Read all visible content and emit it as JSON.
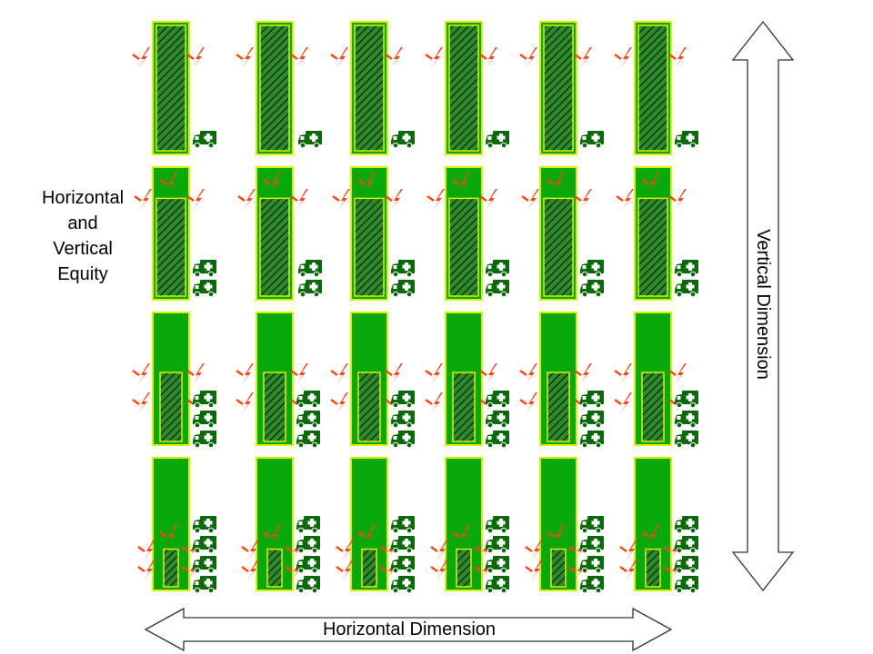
{
  "figure": {
    "side_title_lines": [
      "Horizontal",
      "and",
      "Vertical",
      "Equity"
    ],
    "horizontal_axis_label": "Horizontal Dimension",
    "vertical_axis_label": "Vertical Dimension"
  },
  "legend_semantics": {
    "outer_bar": "total population bar",
    "inner_hatched_bar": "hatched sub-population bar",
    "lightning": "lightning-bolt-icon",
    "ambulance": "ambulance-icon"
  },
  "colors": {
    "bar_fill": "#0aa90a",
    "bar_border": "#d8f000",
    "hatch_dark": "#0a3a0a",
    "hatch_light": "#2f8a2f",
    "lightning": "#f04a1a",
    "ambulance": "#0a6a0a",
    "arrow_stroke": "#333333"
  },
  "rows": [
    {
      "row": 1,
      "columns": 6,
      "inner_fraction": 1.0,
      "lightning_count": 2,
      "ambulance_count": 1
    },
    {
      "row": 2,
      "columns": 6,
      "inner_fraction": 0.78,
      "lightning_count": 3,
      "ambulance_count": 2
    },
    {
      "row": 3,
      "columns": 6,
      "inner_fraction": 0.55,
      "lightning_count": 4,
      "ambulance_count": 3
    },
    {
      "row": 4,
      "columns": 6,
      "inner_fraction": 0.3,
      "lightning_count": 5,
      "ambulance_count": 4
    }
  ]
}
